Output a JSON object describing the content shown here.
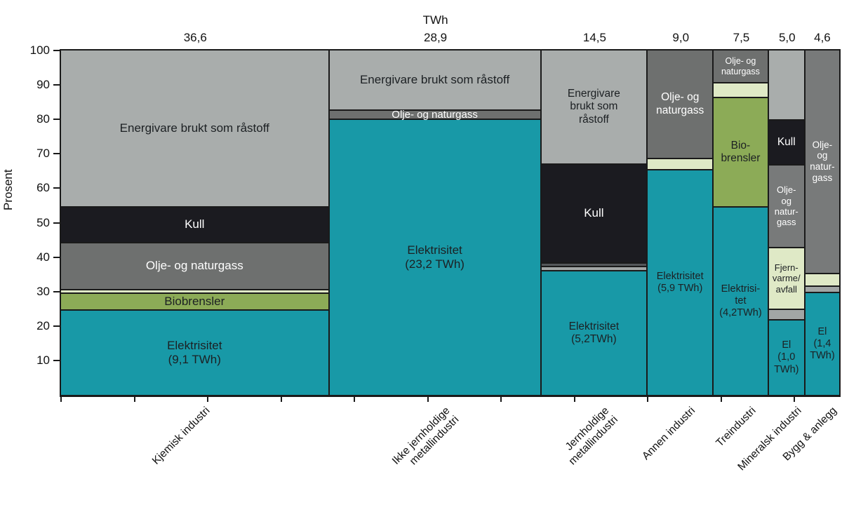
{
  "chart_data": {
    "type": "marimekko",
    "top_axis_label": "TWh",
    "ylabel": "Prosent",
    "y_ticks": [
      10,
      20,
      30,
      40,
      50,
      60,
      70,
      80,
      90,
      100
    ],
    "ylim": [
      0,
      100
    ],
    "total_twh": 106.1,
    "x_tick_interval_twh": 10,
    "grid": false,
    "colors": {
      "elektrisitet": "#1899A7",
      "biobrensler": "#8CAB57",
      "fjernvarme": "#DFE9C6",
      "olje": "#6E706F",
      "olje_light": "#787A7A",
      "kull": "#1B1B20",
      "raastoff": "#A9ADAC",
      "stripe_light": "#A2A6A5",
      "stripe_dark": "#55585B",
      "border": "#1A1A1A",
      "text_dark": "#1C2023",
      "text_light": "#FFFFFF"
    },
    "columns": [
      {
        "name": "Kjemisk industri",
        "axis_label": "Kjemisk industri",
        "twh_label": "36,6",
        "twh_value": 36.6,
        "segments": [
          {
            "key": "elektrisitet",
            "pct": 24.9,
            "label": "Elektrisitet\n(9,1 TWh)",
            "text": "dark",
            "size": 17
          },
          {
            "key": "biobrensler",
            "pct": 4.8,
            "label": "Biobrensler",
            "text": "dark",
            "size": 17
          },
          {
            "key": "fjernvarme",
            "pct": 1.0,
            "label": "",
            "text": "dark",
            "size": 12
          },
          {
            "key": "olje",
            "pct": 13.8,
            "label": "Olje- og naturgass",
            "text": "light",
            "size": 17
          },
          {
            "key": "kull",
            "pct": 10.3,
            "label": "Kull",
            "text": "light",
            "size": 17
          },
          {
            "key": "raastoff",
            "pct": 45.2,
            "label": "Energivare brukt som råstoff",
            "text": "dark",
            "size": 17
          }
        ]
      },
      {
        "name": "Ikke jernholdige metallindustri",
        "axis_label": "Ikke jernholdige\nmetallindustri",
        "twh_label": "28,9",
        "twh_value": 28.9,
        "segments": [
          {
            "key": "elektrisitet",
            "pct": 80.2,
            "label": "Elektrisitet\n(23,2 TWh)",
            "text": "dark",
            "size": 17
          },
          {
            "key": "olje",
            "pct": 2.6,
            "label": "Olje- og naturgass",
            "text": "light",
            "size": 15
          },
          {
            "key": "raastoff",
            "pct": 17.2,
            "label": "Energivare brukt som råstoff",
            "text": "dark",
            "size": 17
          }
        ]
      },
      {
        "name": "Jernholdige metallindustri",
        "axis_label": "Jernholdige\nmetallindustri",
        "twh_label": "14,5",
        "twh_value": 14.5,
        "segments": [
          {
            "key": "elektrisitet",
            "pct": 36.2,
            "label": "Elektrisitet\n(5,2TWh)",
            "text": "dark",
            "size": 15.5
          },
          {
            "key": "stripe_light",
            "pct": 1.3,
            "label": "",
            "text": "dark",
            "size": 12
          },
          {
            "key": "stripe_dark",
            "pct": 1.0,
            "label": "",
            "text": "dark",
            "size": 12
          },
          {
            "key": "kull",
            "pct": 28.7,
            "label": "Kull",
            "text": "light",
            "size": 17
          },
          {
            "key": "raastoff",
            "pct": 32.8,
            "label": "Energivare\nbrukt som\nråstoff",
            "text": "dark",
            "size": 15.5
          }
        ]
      },
      {
        "name": "Annen industri",
        "axis_label": "Annen industri",
        "twh_label": "9,0",
        "twh_value": 9.0,
        "segments": [
          {
            "key": "elektrisitet",
            "pct": 65.6,
            "label": "Elektrisitet\n(5,9 TWh)",
            "text": "dark",
            "size": 14.5
          },
          {
            "key": "fjernvarme",
            "pct": 3.2,
            "label": "",
            "text": "dark",
            "size": 12
          },
          {
            "key": "olje",
            "pct": 31.2,
            "label": "Olje- og\nnaturgass",
            "text": "light",
            "size": 15.5
          }
        ]
      },
      {
        "name": "Treindustri",
        "axis_label": "Treindustri",
        "twh_label": "7,5",
        "twh_value": 7.5,
        "segments": [
          {
            "key": "elektrisitet",
            "pct": 54.8,
            "label": "Elektrisi-\ntet\n(4,2TWh)",
            "text": "dark",
            "size": 14.5
          },
          {
            "key": "biobrensler",
            "pct": 31.8,
            "label": "Bio-\nbrensler",
            "text": "dark",
            "size": 15.5
          },
          {
            "key": "fjernvarme",
            "pct": 4.2,
            "label": "",
            "text": "dark",
            "size": 12
          },
          {
            "key": "olje",
            "pct": 9.2,
            "label": "Olje- og\nnaturgass",
            "text": "light",
            "size": 12.5
          }
        ]
      },
      {
        "name": "Mineralsk industri",
        "axis_label": "Mineralsk industri",
        "twh_label": "5,0",
        "twh_value": 5.0,
        "segments": [
          {
            "key": "elektrisitet",
            "pct": 22.0,
            "label": "El\n(1,0\nTWh)",
            "text": "dark",
            "size": 14.5
          },
          {
            "key": "stripe_light",
            "pct": 3.0,
            "label": "",
            "text": "dark",
            "size": 12
          },
          {
            "key": "fjernvarme",
            "pct": 18.0,
            "label": "Fjern-\nvarme/\navfall",
            "text": "dark",
            "size": 13
          },
          {
            "key": "olje_light",
            "pct": 24.0,
            "label": "Olje-\nog\nnatur-\ngass",
            "text": "light",
            "size": 13
          },
          {
            "key": "kull",
            "pct": 13.0,
            "label": "Kull",
            "text": "light",
            "size": 15.5
          },
          {
            "key": "raastoff",
            "pct": 20.0,
            "label": "",
            "text": "dark",
            "size": 12
          }
        ]
      },
      {
        "name": "Bygg & anlegg",
        "axis_label": "Bygg & anlegg",
        "twh_label": "4,6",
        "twh_value": 4.6,
        "segments": [
          {
            "key": "elektrisitet",
            "pct": 30.0,
            "label": "El\n(1,4\nTWh)",
            "text": "dark",
            "size": 14.5
          },
          {
            "key": "stripe_light",
            "pct": 1.7,
            "label": "",
            "text": "dark",
            "size": 12
          },
          {
            "key": "fjernvarme",
            "pct": 3.8,
            "label": "",
            "text": "dark",
            "size": 12
          },
          {
            "key": "olje_light",
            "pct": 64.5,
            "label": "Olje-\nog\nnatur-\ngass",
            "text": "light",
            "size": 13.5
          }
        ]
      }
    ]
  }
}
